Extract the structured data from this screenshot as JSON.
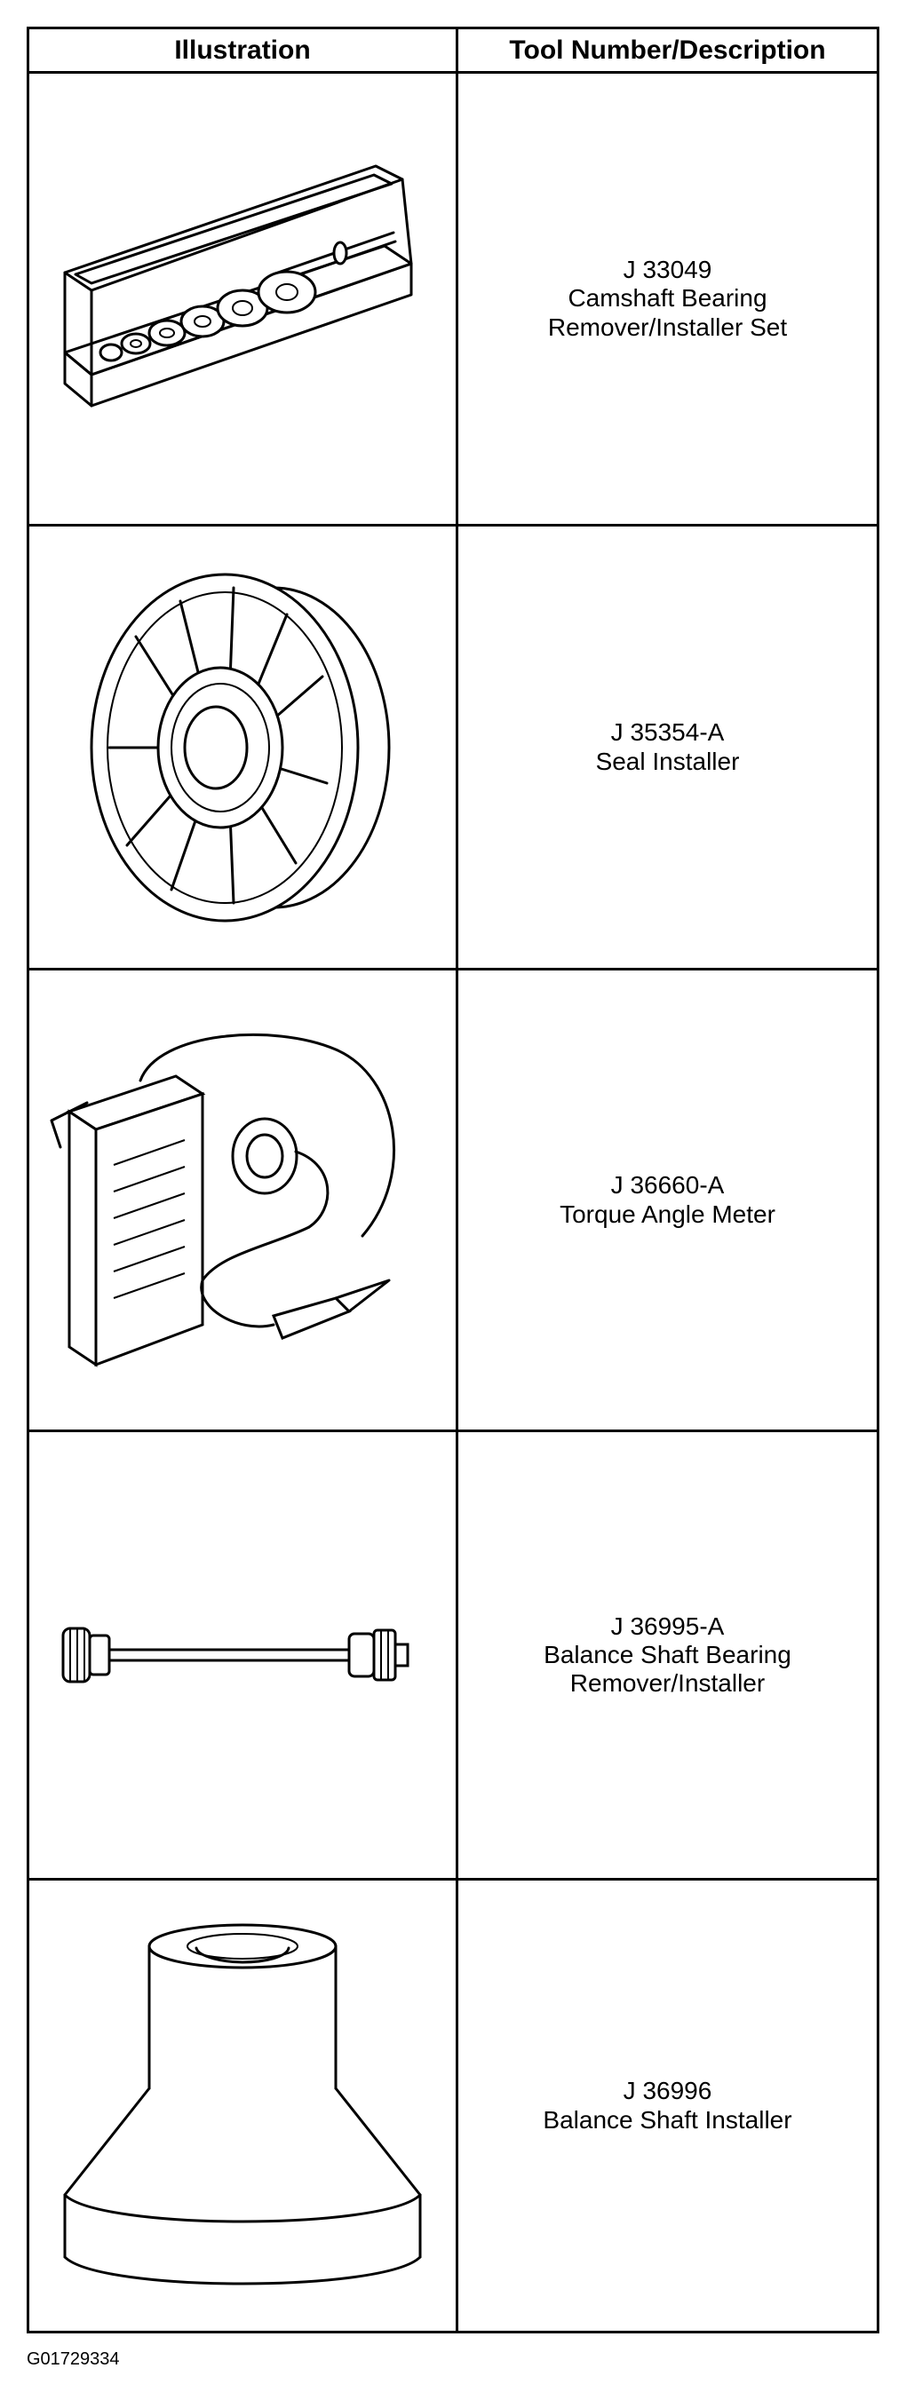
{
  "table": {
    "header": {
      "illustration": "Illustration",
      "description": "Tool Number/Description"
    },
    "rows": [
      {
        "tool_number": "J 33049",
        "description": [
          "Camshaft Bearing",
          "Remover/Installer Set"
        ],
        "icon": "camshaft-bearing-set-icon"
      },
      {
        "tool_number": "J 35354-A",
        "description": [
          "Seal Installer"
        ],
        "icon": "seal-installer-icon"
      },
      {
        "tool_number": "J 36660-A",
        "description": [
          "Torque Angle Meter"
        ],
        "icon": "torque-angle-meter-icon"
      },
      {
        "tool_number": "J 36995-A",
        "description": [
          "Balance Shaft Bearing",
          "Remover/Installer"
        ],
        "icon": "balance-shaft-bearing-tool-icon"
      },
      {
        "tool_number": "J 36996",
        "description": [
          "Balance Shaft Installer"
        ],
        "icon": "balance-shaft-installer-icon"
      }
    ]
  },
  "footer": {
    "figure_id": "G01729334"
  }
}
